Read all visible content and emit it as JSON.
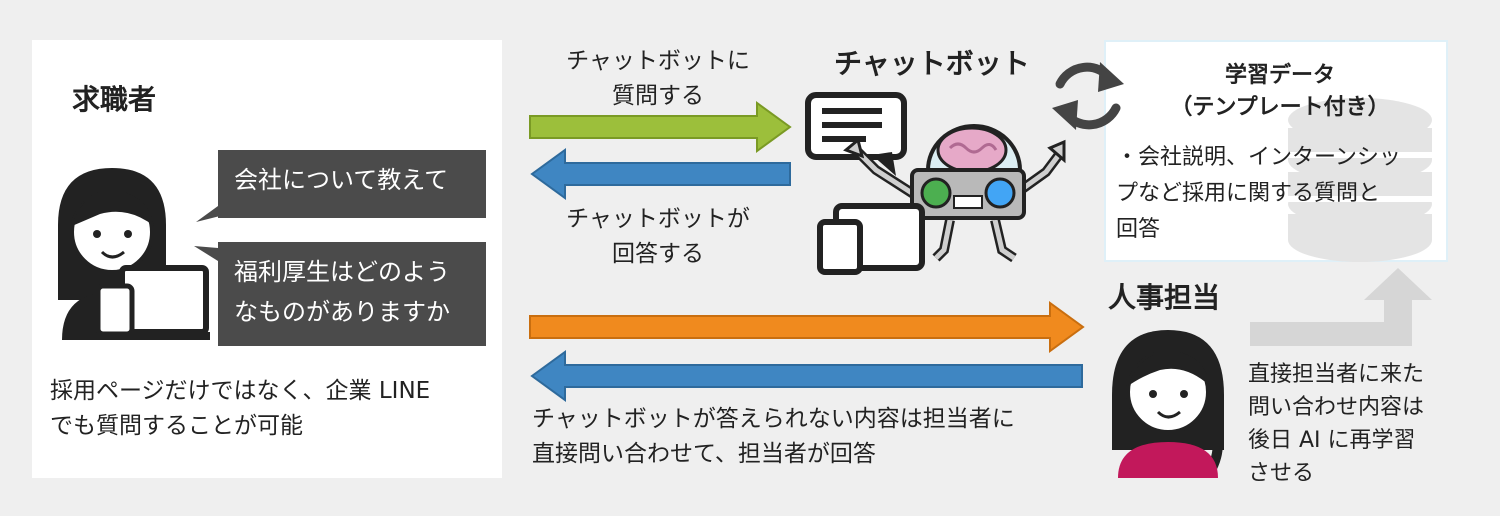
{
  "job_seeker": {
    "title": "求職者",
    "bubble1": "会社について教えて",
    "bubble2_line1": "福利厚生はどのよう",
    "bubble2_line2": "なものがありますか",
    "note_line1": "採用ページだけではなく、企業 LINE",
    "note_line2": "でも質問することが可能"
  },
  "chatbot": {
    "title": "チャットボット",
    "ask_line1": "チャットボットに",
    "ask_line2": "質問する",
    "answer_line1": "チャットボットが",
    "answer_line2": "回答する"
  },
  "learning_data": {
    "title_line1": "学習データ",
    "title_line2": "（テンプレート付き）",
    "body_line1": "・会社説明、インターンシッ",
    "body_line2": "プなど採用に関する質問と",
    "body_line3": "回答"
  },
  "hr": {
    "title": "人事担当",
    "direct_line1": "チャットボットが答えられない内容は担当者に",
    "direct_line2": "直接問い合わせて、担当者が回答",
    "relearn_line1": "直接担当者に来た",
    "relearn_line2": "問い合わせ内容は",
    "relearn_line3": "後日 AI に再学習",
    "relearn_line4": "させる"
  },
  "colors": {
    "green_arrow": "#9cbf3b",
    "blue_arrow": "#3f86c2",
    "orange_arrow": "#f08a1e",
    "gray_arrow": "#d6d6d6",
    "bubble_bg": "#4b4b4b"
  }
}
